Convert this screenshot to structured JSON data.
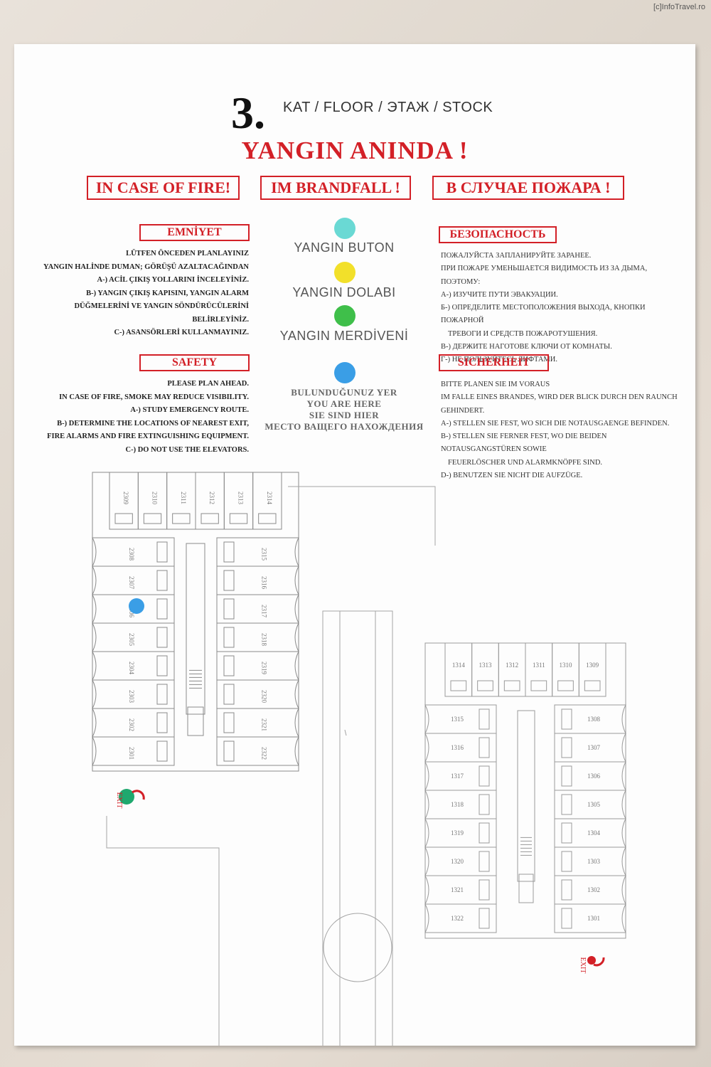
{
  "watermark": "[c]InfoTravel.ro",
  "floor": {
    "number": "3.",
    "subtitle": "KAT / FLOOR / ЭТАЖ / STOCK"
  },
  "title": "YANGIN ANINDA !",
  "headers": [
    "IN CASE OF FIRE!",
    "IM BRANDFALL !",
    "В СЛУЧАЕ ПОЖАРА !"
  ],
  "turkish": {
    "heading": "EMNİYET",
    "lines": [
      "LÜTFEN ÖNCEDEN PLANLAYINIZ",
      "YANGIN HALİNDE DUMAN; GÖRÜŞÜ AZALTACAĞINDAN",
      "A-) ACİL ÇIKIŞ YOLLARINI İNCELEYİNİZ.",
      "B-) YANGIN ÇIKIŞ KAPISINI, YANGIN ALARM",
      "DÜĞMELERİNİ VE YANGIN SÖNDÜRÜCÜLERİNİ",
      "BELİRLEYİNİZ.",
      "C-) ASANSÖRLERİ KULLANMAYINIZ."
    ]
  },
  "english": {
    "heading": "SAFETY",
    "lines": [
      "PLEASE PLAN AHEAD.",
      "IN CASE OF FIRE, SMOKE MAY REDUCE VISIBILITY.",
      "A-) STUDY EMERGENCY ROUTE.",
      "B-) DETERMINE THE LOCATIONS OF NEAREST EXIT,",
      "FIRE ALARMS AND FIRE EXTINGUISHING EQUIPMENT.",
      "C-) DO NOT USE THE ELEVATORS."
    ]
  },
  "russian": {
    "heading": "БЕЗОПАСНОСТЬ",
    "lines": [
      "ПОЖАЛУЙСТА ЗАПЛАНИРУЙТЕ ЗАРАНЕЕ.",
      "ПРИ ПОЖАРЕ УМЕНЬШАЕТСЯ ВИДИМОСТЬ ИЗ ЗА ДЫМА, ПОЭТОМУ:",
      "А-) ИЗУЧИТЕ ПУТИ ЭВАКУАЦИИ.",
      "Б-) ОПРЕДЕЛИТЕ МЕСТОПОЛОЖЕНИЯ ВЫХОДА, КНОПКИ ПОЖАРНОЙ",
      "ТРЕВОГИ И СРЕДСТВ ПОЖАРОТУШЕНИЯ.",
      "В-) ДЕРЖИТЕ НАГОТОВЕ КЛЮЧИ ОТ КОМНАТЫ.",
      "Г-) НЕ ПОЛЬЗУЙТЕСЬ ЛИФТАМИ."
    ]
  },
  "german": {
    "heading": "SICHERHEIT",
    "lines": [
      "BITTE PLANEN SIE IM VORAUS",
      "IM FALLE EINES BRANDES, WIRD DER BLICK DURCH DEN RAUNCH GEHINDERT.",
      "A-) STELLEN SIE FEST, WO SICH DIE NOTAUSGAENGE BEFINDEN.",
      "B-) STELLEN SIE FERNER FEST, WO DIE BEIDEN NOTAUSGANGSTÜREN SOWIE",
      "FEUERLÖSCHER UND ALARMKNÖPFE SIND.",
      "D-) BENUTZEN SIE NICHT DIE AUFZÜGE."
    ]
  },
  "legend": [
    {
      "label": "YANGIN BUTON",
      "color": "#6ad9d4"
    },
    {
      "label": "YANGIN DOLABI",
      "color": "#f2e02a"
    },
    {
      "label": "YANGIN MERDİVENİ",
      "color": "#3fbf4a"
    }
  ],
  "here": {
    "color": "#3a9ee6",
    "lines": [
      "BULUNDUĞUNUZ YER",
      "YOU ARE HERE",
      "SIE SIND HIER",
      "МЕСТО ВАЩЕГО НАХОЖДЕНИЯ"
    ]
  },
  "plan_left": {
    "top_rooms": [
      "2309",
      "2310",
      "2311",
      "2312",
      "2313",
      "2314"
    ],
    "left_rooms": [
      "2308",
      "2307",
      "2306",
      "2305",
      "2304",
      "2303",
      "2302",
      "2301"
    ],
    "right_rooms": [
      "2315",
      "2316",
      "2317",
      "2318",
      "2319",
      "2320",
      "2321",
      "2322"
    ],
    "exit": "EXIT"
  },
  "plan_right": {
    "top_rooms": [
      "1314",
      "1313",
      "1312",
      "1311",
      "1310",
      "1309"
    ],
    "left_rooms": [
      "1315",
      "1316",
      "1317",
      "1318",
      "1319",
      "1320",
      "1321",
      "1322"
    ],
    "right_rooms": [
      "1308",
      "1307",
      "1306",
      "1305",
      "1304",
      "1303",
      "1302",
      "1301"
    ],
    "exit": "EXIT"
  },
  "colors": {
    "red": "#d32027",
    "exit_green": "#1fa86e",
    "here_blue": "#3a9ee6"
  }
}
